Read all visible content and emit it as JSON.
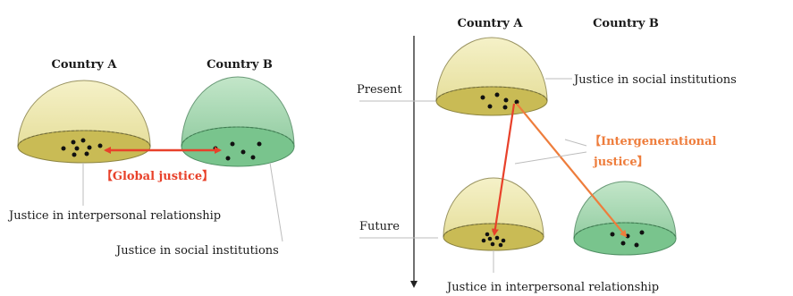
{
  "left_panel": {
    "country_a_label": "Country A",
    "country_b_label": "Country B",
    "global_justice_label": "【Global justice】",
    "interpersonal_label": "Justice in interpersonal relationship",
    "institutions_label": "Justice in social institutions"
  },
  "right_panel": {
    "country_a_label": "Country A",
    "country_b_label": "Country B",
    "present_label": "Present",
    "future_label": "Future",
    "institutions_label": "Justice in social institutions",
    "intergenerational_line1": "【Intergenerational",
    "intergenerational_line2": "justice】",
    "interpersonal_label": "Justice in interpersonal relationship"
  },
  "colors": {
    "dome_yellow": "#efeab0",
    "base_yellow": "#c7b84e",
    "dome_green": "#a9d8b4",
    "base_green": "#6fbf84",
    "arrow_red": "#e8412a",
    "arrow_orange": "#ee7d3c"
  }
}
